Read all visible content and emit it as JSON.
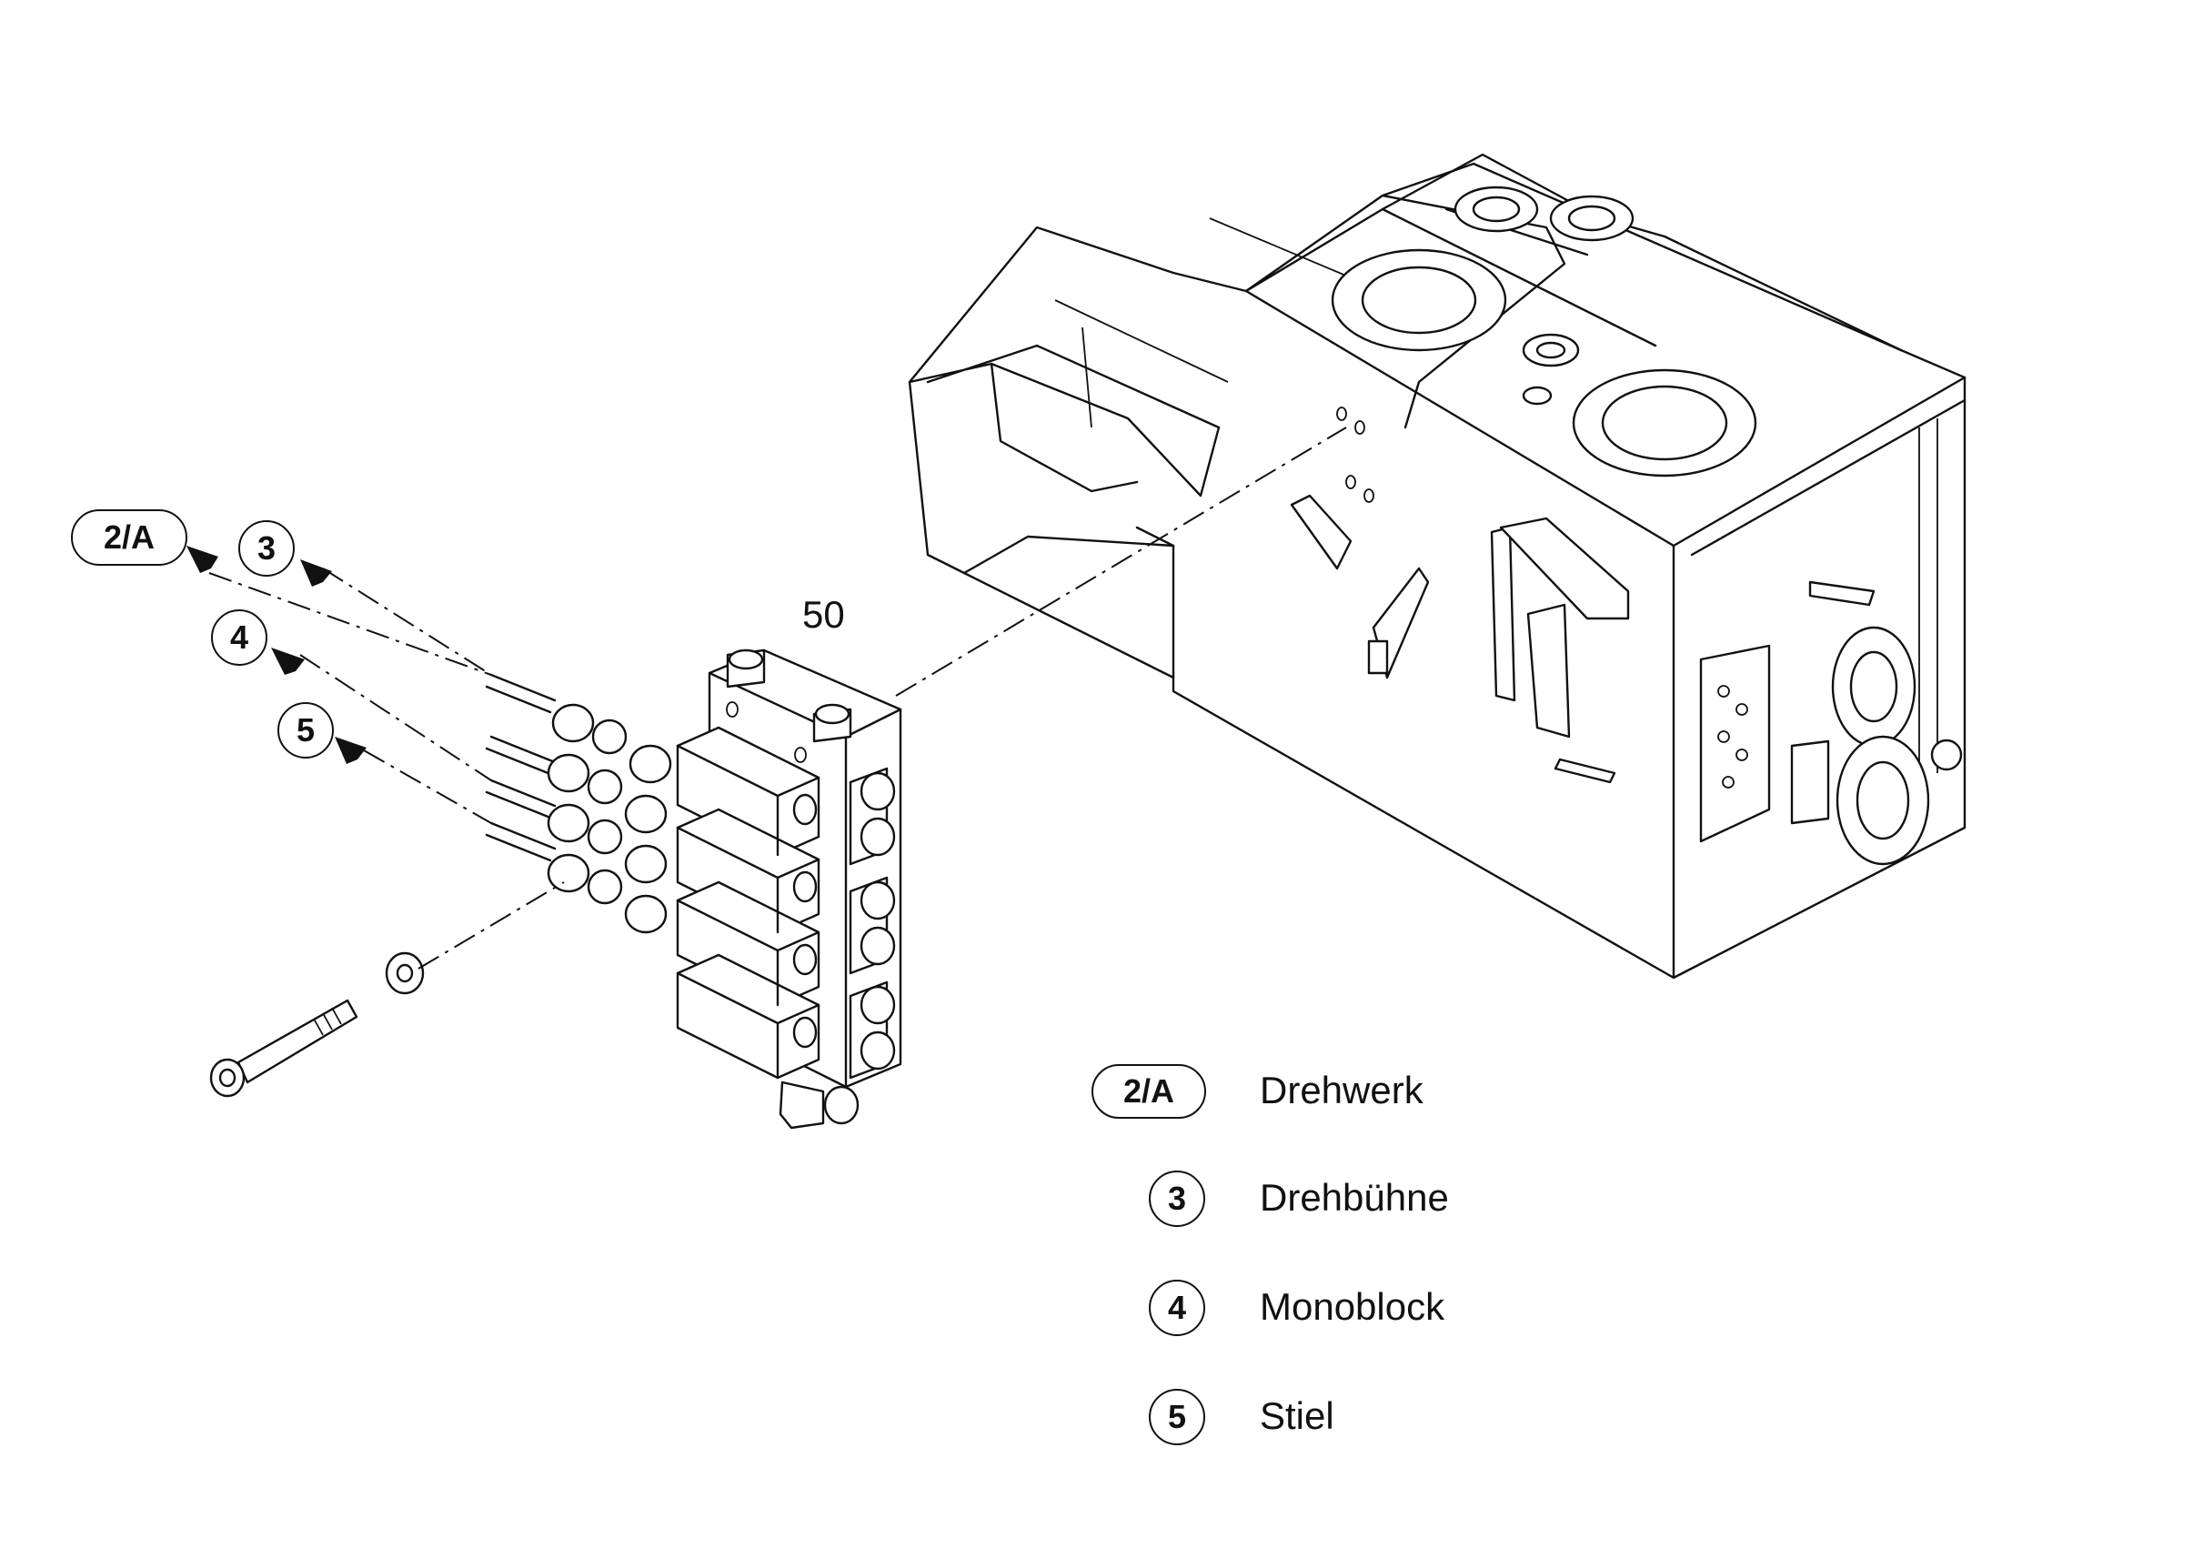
{
  "part_number": "50",
  "callouts": [
    {
      "id": "2/A"
    },
    {
      "id": "3"
    },
    {
      "id": "4"
    },
    {
      "id": "5"
    }
  ],
  "legend": [
    {
      "id": "2/A",
      "label": "Drehwerk"
    },
    {
      "id": "3",
      "label": "Drehbühne"
    },
    {
      "id": "4",
      "label": "Monoblock"
    },
    {
      "id": "5",
      "label": "Stiel"
    }
  ]
}
